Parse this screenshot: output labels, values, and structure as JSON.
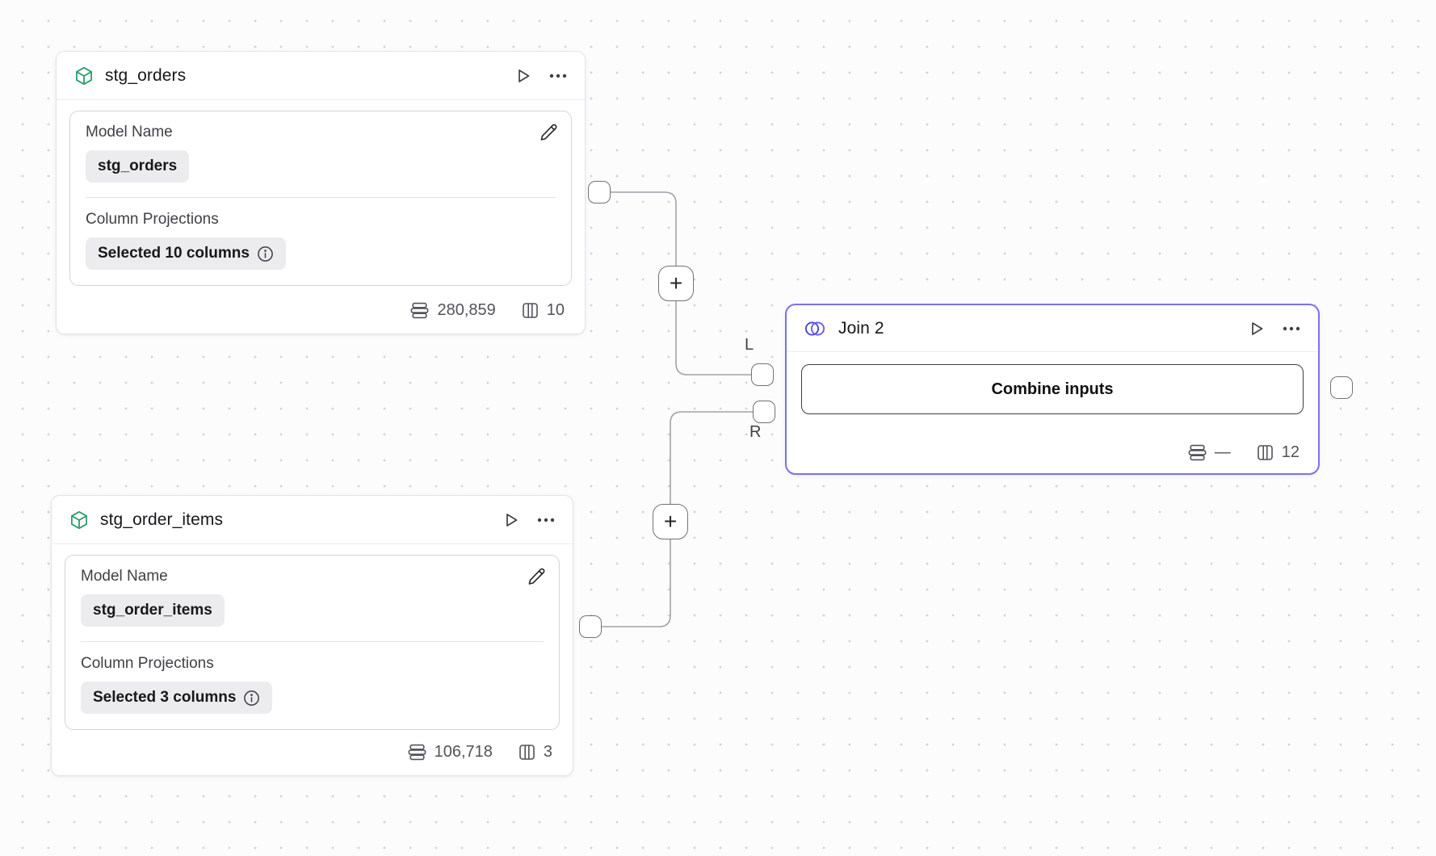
{
  "canvas": {
    "background": "#fcfcfd",
    "dot_color": "#d4d4d8"
  },
  "colors": {
    "model_icon_green": "#2f9e6b",
    "join_icon_indigo": "#4646e0",
    "join_icon_indigo2": "#6a5af0",
    "join_node_border": "#7c70f0",
    "edge": "#a1a1aa",
    "port_border": "#71717a"
  },
  "icons": {
    "model": "cube-icon",
    "join": "join-circles-icon",
    "run": "play-icon",
    "menu": "ellipsis-icon",
    "edit": "pencil-icon",
    "info": "info-icon",
    "rows": "rows-icon",
    "columns": "columns-icon",
    "plus": "+"
  },
  "model_nodes": [
    {
      "title": "stg_orders",
      "model_name_label": "Model Name",
      "model_name_value": "stg_orders",
      "projections_label": "Column Projections",
      "projections_value": "Selected 10 columns",
      "row_count": "280,859",
      "column_count": "10"
    },
    {
      "title": "stg_order_items",
      "model_name_label": "Model Name",
      "model_name_value": "stg_order_items",
      "projections_label": "Column Projections",
      "projections_value": "Selected 3 columns",
      "row_count": "106,718",
      "column_count": "3"
    }
  ],
  "join_node": {
    "title": "Join 2",
    "combine_button_label": "Combine inputs",
    "row_count": "—",
    "column_count": "12",
    "left_input_label": "L",
    "right_input_label": "R"
  }
}
